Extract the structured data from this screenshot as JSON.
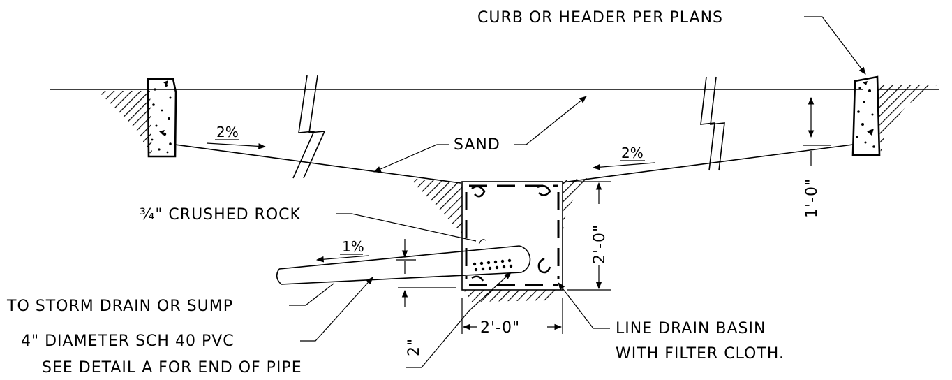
{
  "labels": {
    "curb": "CURB OR HEADER PER PLANS",
    "sand": "SAND",
    "rock": "¾\" CRUSHED ROCK",
    "storm": "TO STORM DRAIN OR SUMP",
    "pvc": "4\" DIAMETER SCH 40 PVC",
    "detail": "SEE DETAIL A FOR END OF PIPE",
    "line1": "LINE DRAIN BASIN",
    "line2": "WITH FILTER CLOTH."
  },
  "slopes": {
    "left": "2%",
    "right": "2%",
    "pipe": "1%"
  },
  "dimensions": {
    "depth_right": "1'-0\"",
    "basin_height": "2'-0\"",
    "basin_width": "2'-0\"",
    "pipe_clear": "2\""
  }
}
